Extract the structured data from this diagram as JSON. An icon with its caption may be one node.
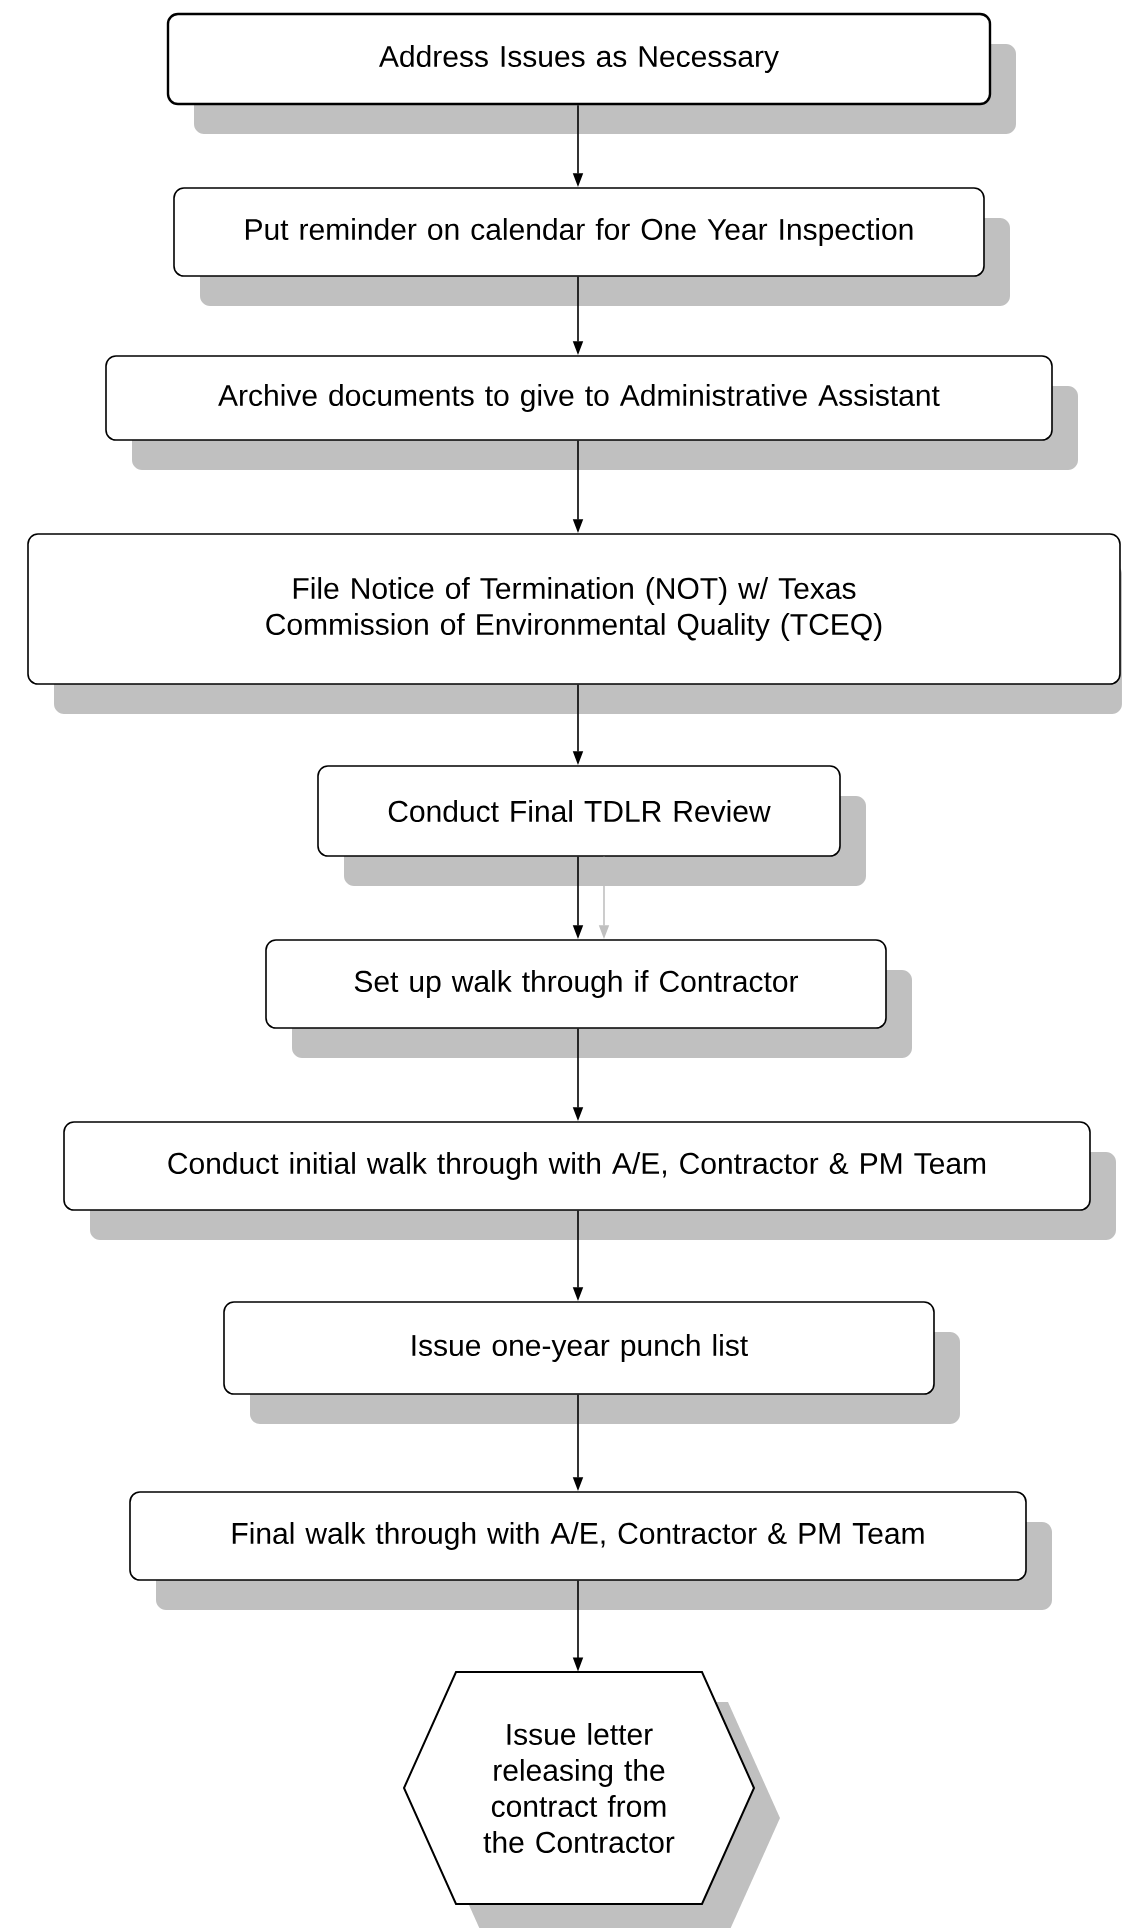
{
  "diagram": {
    "nodes": [
      {
        "text": [
          "Address Issues as Necessary"
        ]
      },
      {
        "text": [
          "Put reminder on calendar for One Year Inspection"
        ]
      },
      {
        "text": [
          "Archive documents to give to Administrative Assistant"
        ]
      },
      {
        "text": [
          "File Notice of Termination (NOT) w/ Texas Commission of Environmental Quality (TCEQ)"
        ]
      },
      {
        "text": [
          "Conduct Final TDLR Review"
        ]
      },
      {
        "text": [
          "Set up walk through if Contractor"
        ]
      },
      {
        "text": [
          "Conduct initial walk through with A/E, Contractor & PM Team"
        ]
      },
      {
        "text": [
          "Issue one-year punch list"
        ]
      },
      {
        "text": [
          "Final walk through with A/E, Contractor & PM Team"
        ]
      },
      {
        "text": [
          "Issue letter releasing the contract from the Contractor"
        ]
      }
    ],
    "edges": [
      {
        "from": 0,
        "to": 1,
        "arrow": "to"
      },
      {
        "from": 1,
        "to": 2,
        "arrow": "to"
      },
      {
        "from": 2,
        "to": 3,
        "arrow": "to"
      },
      {
        "from": 3,
        "to": 4,
        "arrow": "to"
      },
      {
        "from": 4,
        "to": 5,
        "arrow": "to"
      },
      {
        "from": 4,
        "to": 5,
        "arrow": "to",
        "color": "#c0c0c0"
      },
      {
        "from": 5,
        "to": 6,
        "arrow": "to"
      },
      {
        "from": 6,
        "to": 7,
        "arrow": "to"
      },
      {
        "from": 7,
        "to": 8,
        "arrow": "to"
      },
      {
        "from": 8,
        "to": 9,
        "arrow": "to"
      }
    ]
  }
}
